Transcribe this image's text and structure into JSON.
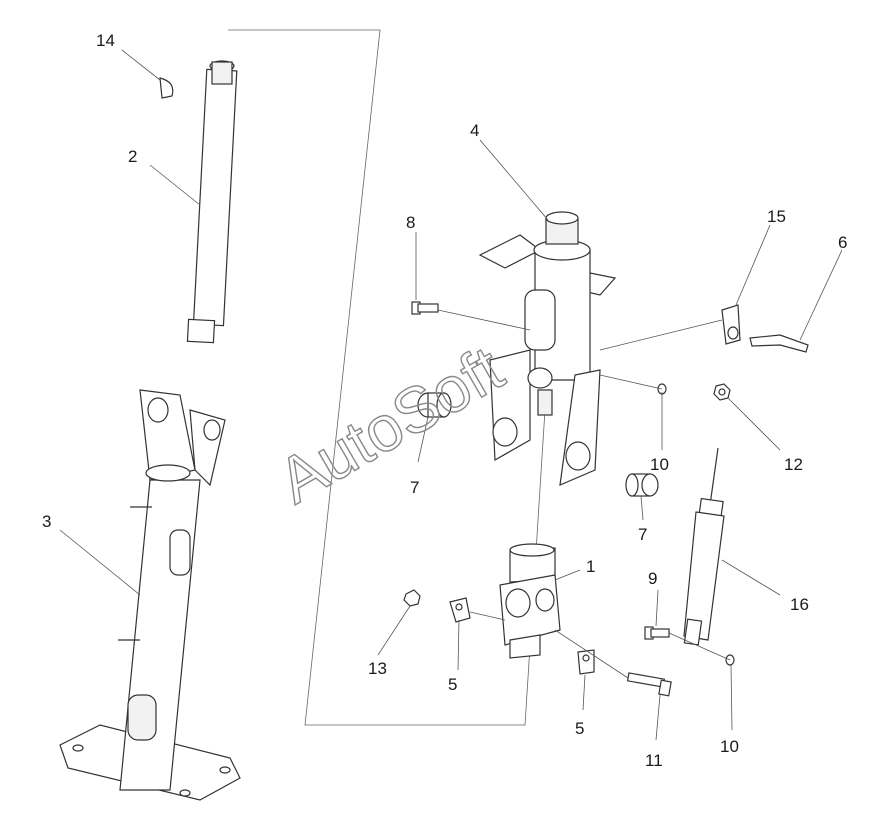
{
  "watermark": "AutoSoft",
  "callouts": {
    "c1": "1",
    "c2": "2",
    "c3": "3",
    "c4": "4",
    "c5a": "5",
    "c5b": "5",
    "c6": "6",
    "c7a": "7",
    "c7b": "7",
    "c8": "8",
    "c9": "9",
    "c10a": "10",
    "c10b": "10",
    "c11": "11",
    "c12": "12",
    "c13": "13",
    "c14": "14",
    "c15": "15",
    "c16": "16"
  }
}
